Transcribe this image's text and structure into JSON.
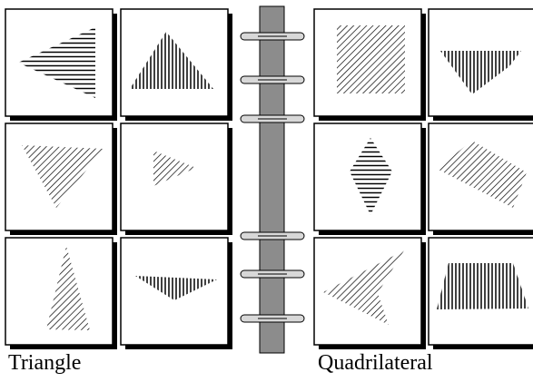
{
  "captions": {
    "left": "Triangle",
    "right": "Quadrilateral"
  },
  "colors": {
    "card_fill": "#ffffff",
    "card_border": "#000000",
    "shadow": "#000000",
    "hatch": "#000000",
    "spine": "#8c8c8c",
    "ring": "#d8d8d8"
  },
  "panels": {
    "left": {
      "name": "triangle",
      "cards": [
        {
          "shape": "triangle",
          "hatch": "horizontal"
        },
        {
          "shape": "triangle",
          "hatch": "vertical"
        },
        {
          "shape": "triangle",
          "hatch": "diagonal"
        },
        {
          "shape": "triangle",
          "hatch": "diagonal"
        },
        {
          "shape": "triangle",
          "hatch": "diagonal"
        },
        {
          "shape": "triangle",
          "hatch": "vertical"
        }
      ]
    },
    "right": {
      "name": "quadrilateral",
      "cards": [
        {
          "shape": "quadrilateral",
          "hatch": "diagonal"
        },
        {
          "shape": "quadrilateral",
          "hatch": "vertical"
        },
        {
          "shape": "quadrilateral",
          "hatch": "horizontal"
        },
        {
          "shape": "quadrilateral",
          "hatch": "diagonal"
        },
        {
          "shape": "quadrilateral",
          "hatch": "diagonal"
        },
        {
          "shape": "quadrilateral",
          "hatch": "vertical"
        }
      ]
    }
  },
  "binder": {
    "ring_count": 6
  }
}
